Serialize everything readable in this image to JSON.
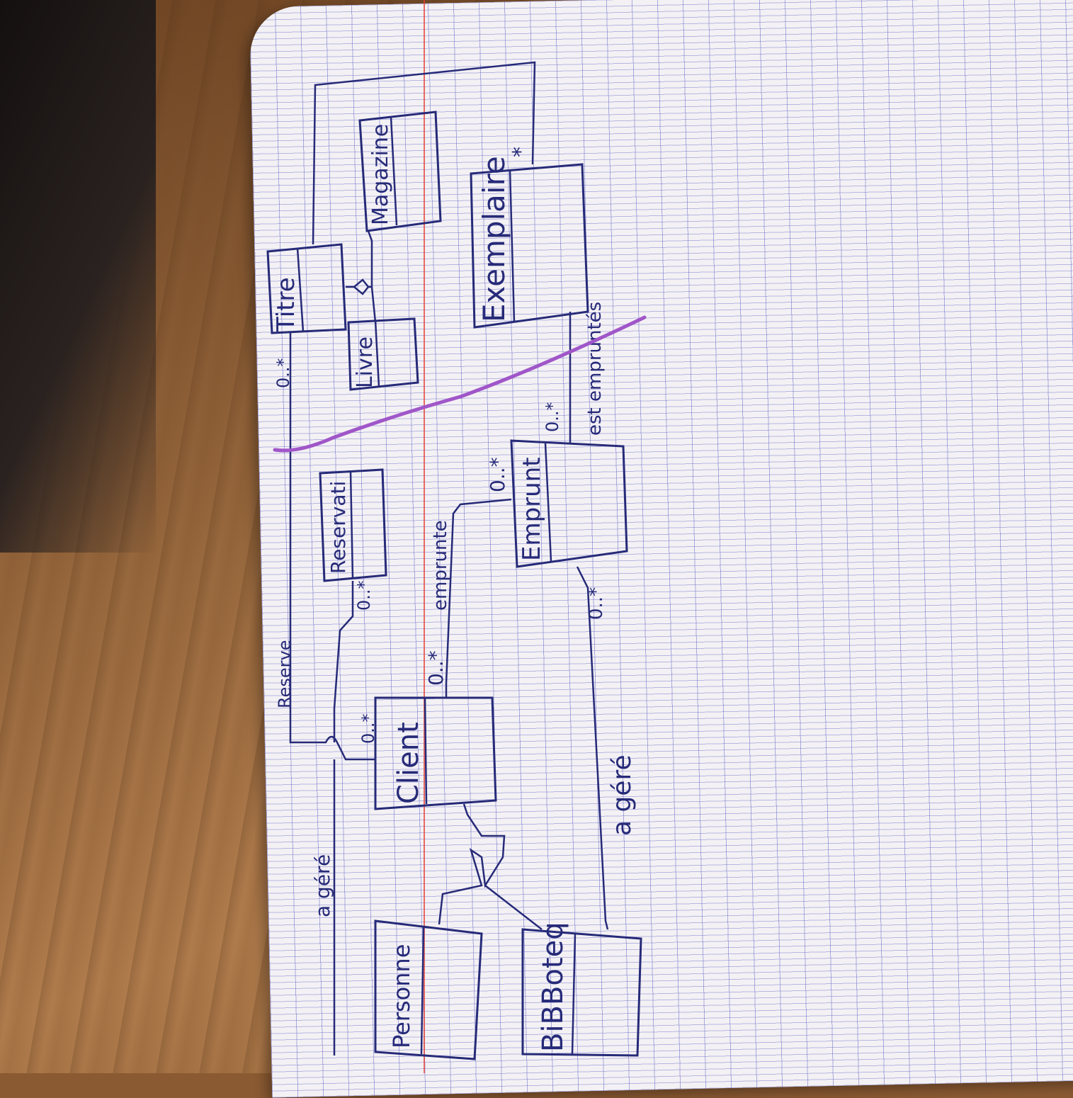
{
  "classes": {
    "titre": "Titre",
    "magazine": "Magazine",
    "livre": "Livre",
    "exemplaire": "Exemplaire",
    "reservation": "Reservati",
    "emprunt": "Emprunt",
    "client": "Client",
    "personne": "Personne",
    "biblio": "BiBBoteq"
  },
  "associations": {
    "reserve": "Reserve",
    "emprunte": "emprunte",
    "est_empruntes": "est empruntés",
    "a_gere_top": "a géré",
    "a_gere_bottom": "a géré"
  },
  "multiplicities": {
    "titre_reserve": "0..*",
    "client_reserve": "0..*",
    "reservation": "0..*",
    "client_emprunte": "0..*",
    "emprunt_client": "0..*",
    "emprunt_exemplaire": "0..*",
    "exemplaire_titre": "*",
    "emprunt_biblio": "0..*"
  },
  "colors": {
    "ink": "#262a78",
    "strike": "#a056c8",
    "margin": "#e63c32"
  }
}
